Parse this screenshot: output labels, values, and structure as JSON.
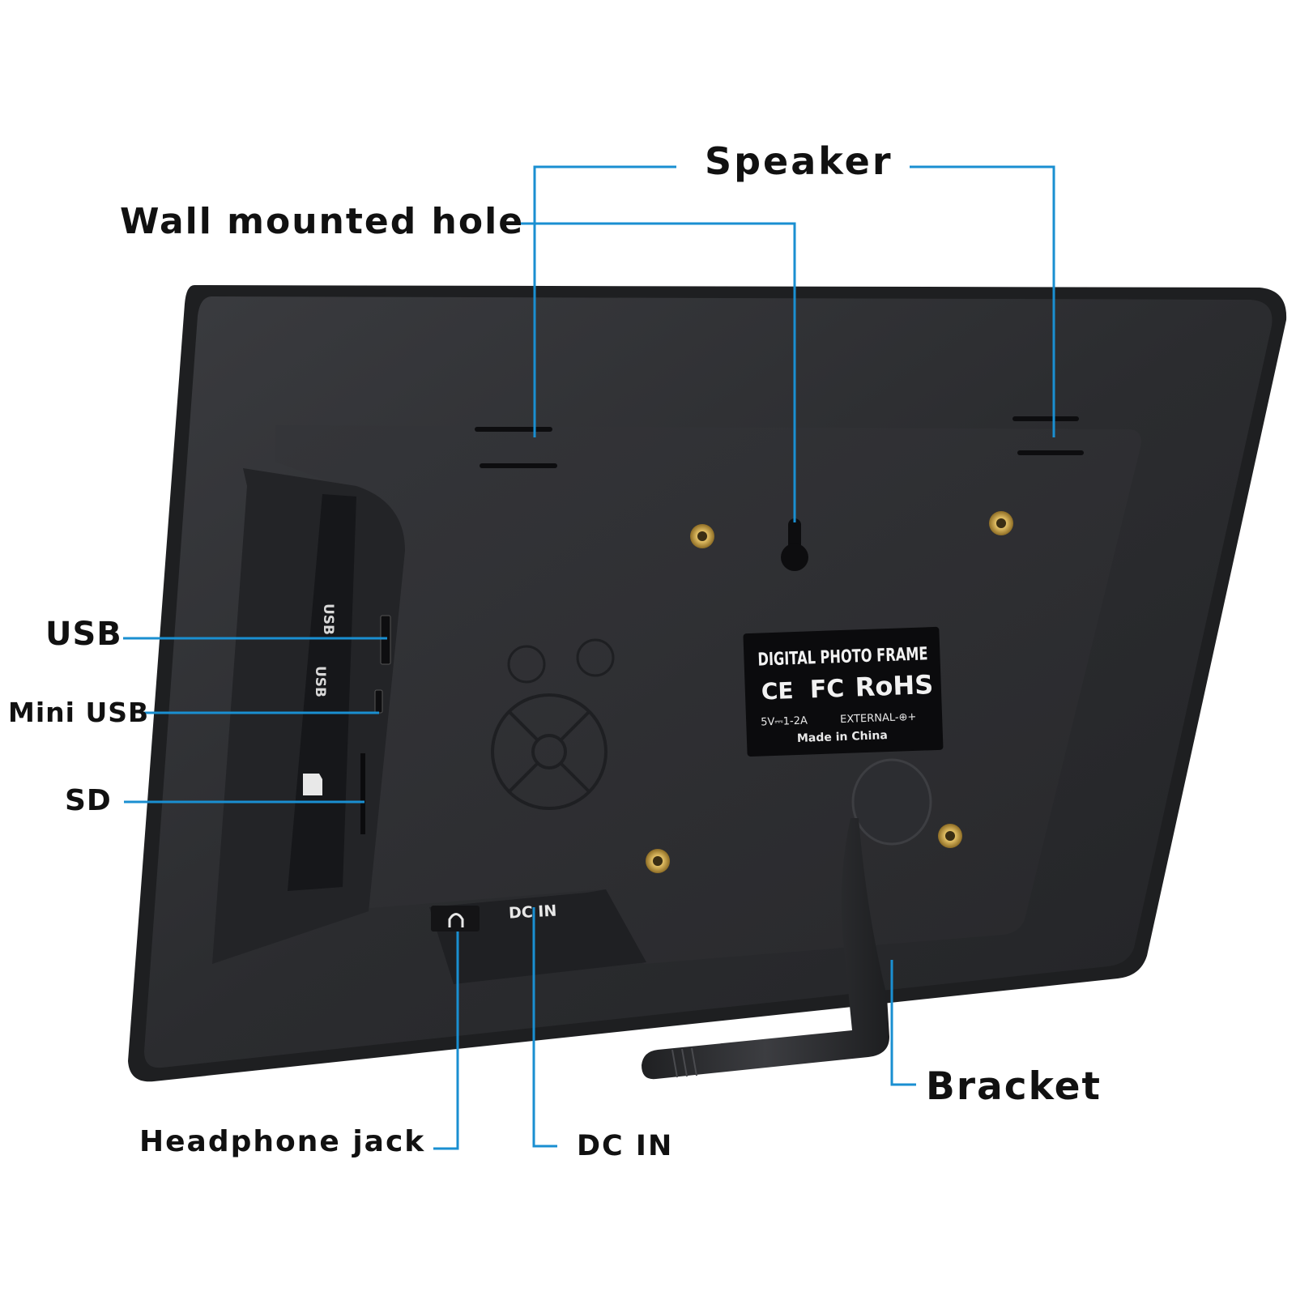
{
  "callouts": {
    "speaker": "Speaker",
    "wall_mounted_hole": "Wall mounted hole",
    "usb": "USB",
    "mini_usb": "Mini USB",
    "sd": "SD",
    "headphone_jack": "Headphone jack",
    "dc_in": "DC IN",
    "bracket": "Bracket"
  },
  "device": {
    "side_labels": {
      "usb_1": "USB",
      "usb_2": "USB"
    },
    "port_label": "DC IN",
    "rating_plate": {
      "title": "DIGITAL PHOTO FRAME",
      "marks": [
        "CE",
        "FC",
        "RoHS"
      ],
      "power": "5V⎓1-2A",
      "external": "EXTERNAL-⊕+",
      "origin": "Made in China"
    }
  },
  "colors": {
    "leader_line": "#1a8fd1",
    "frame_body": "#2a2b2e",
    "frame_edge": "#3a3b3e",
    "screw": "#c9a24b",
    "label_text": "#111111"
  },
  "icons": [
    "speaker-grille",
    "wall-mount-keyhole",
    "screw-insert",
    "dpad-control",
    "headphone-icon",
    "sd-card-icon"
  ]
}
